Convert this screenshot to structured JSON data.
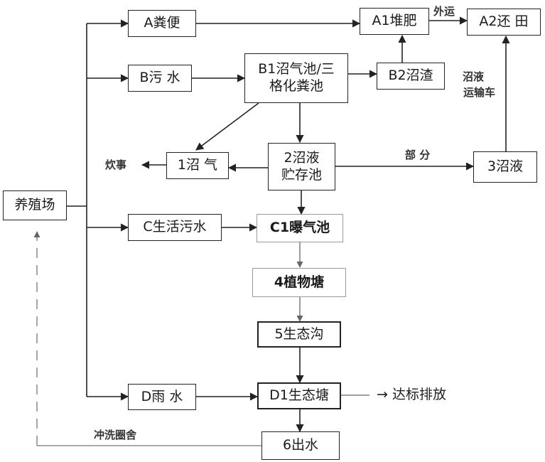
{
  "nodes": {
    "farm": "养殖场",
    "a": "A粪便",
    "a1": "A1堆肥",
    "a2": "A2还 田",
    "b": "B污 水",
    "b1_line1": "B1沼气池/三",
    "b1_line2": "格化粪池",
    "b2": "B2沼渣",
    "n1": "1沼 气",
    "n2_line1": "2沼液",
    "n2_line2": "贮存池",
    "n3": "3沼液",
    "c": "C生活污水",
    "c1": "C1曝气池",
    "n4": "4植物塘",
    "n5": "5生态沟",
    "d": "D雨 水",
    "d1": "D1生态塘",
    "n6": "6出水"
  },
  "edge_labels": {
    "outward": "外运",
    "slurry_line1": "沼液",
    "slurry_line2": "运输车",
    "cooking": "炊事",
    "part": "部 分",
    "flush": "冲洗圈舍",
    "discharge": "→ 达标排放"
  }
}
